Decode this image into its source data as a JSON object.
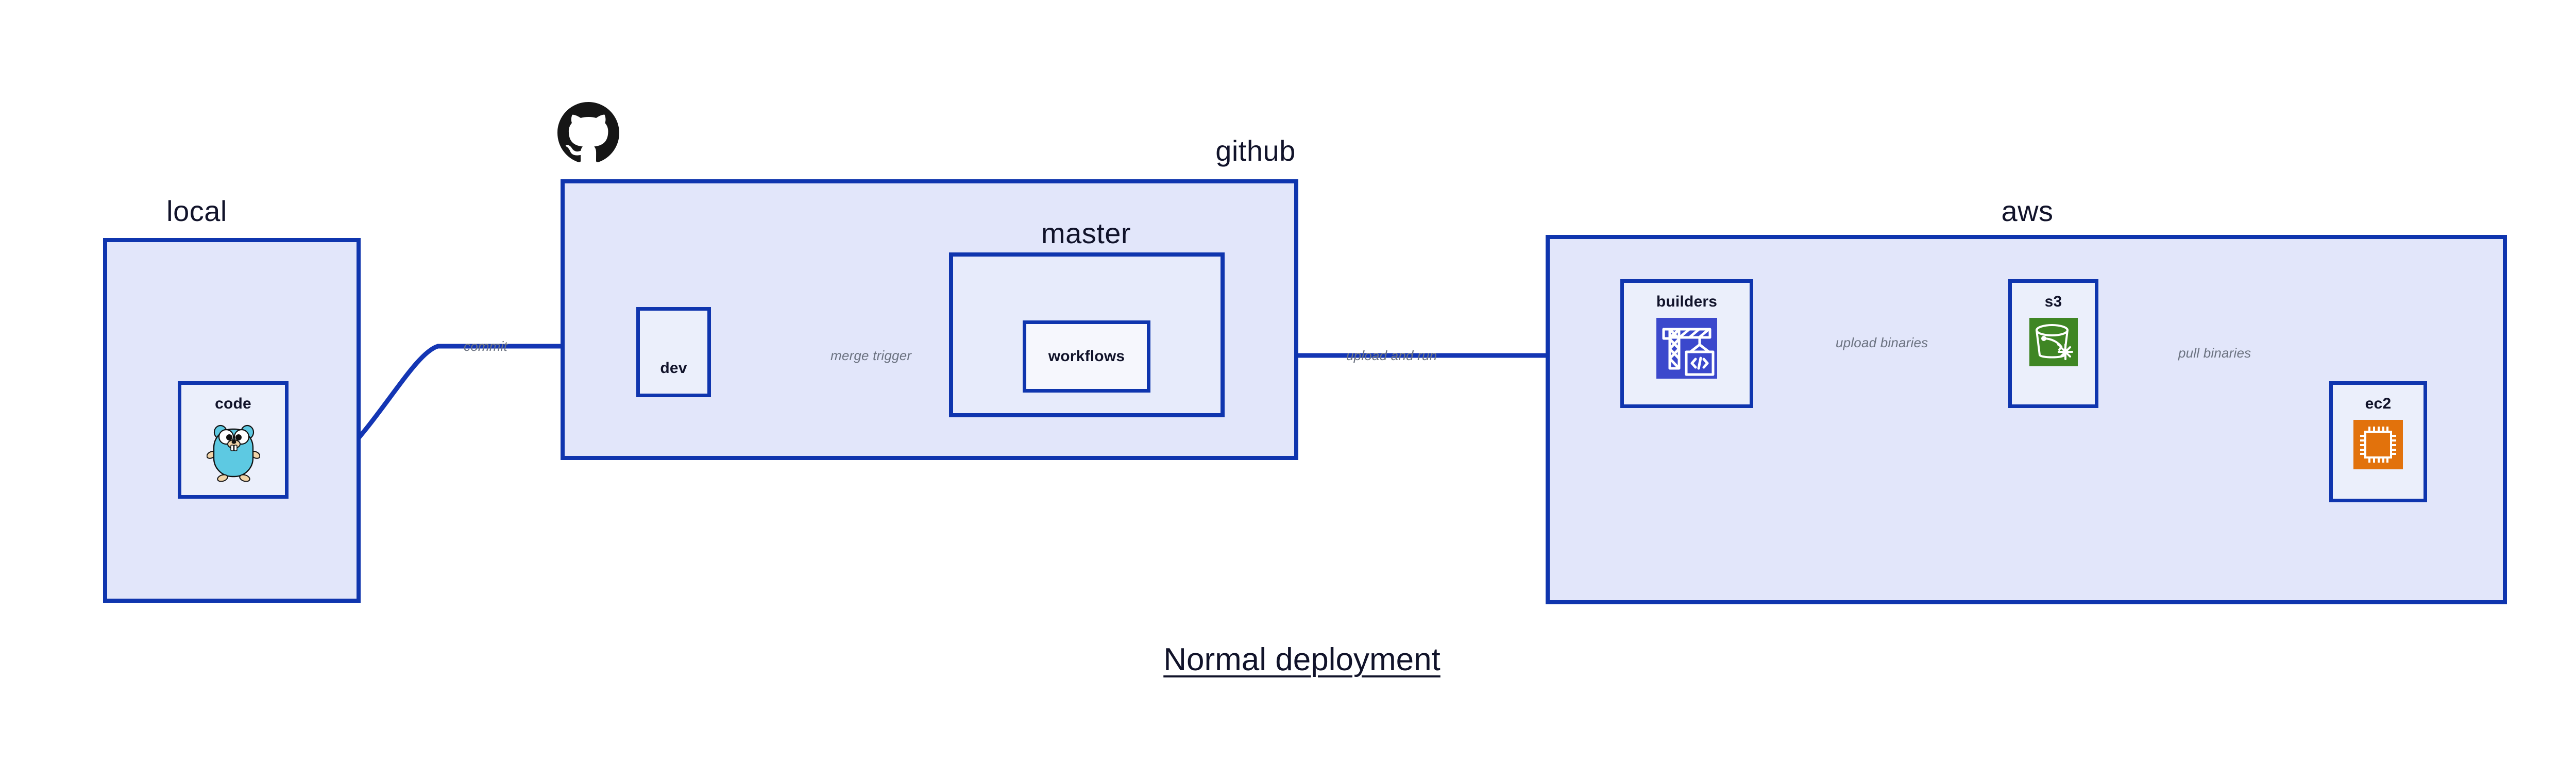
{
  "title": {
    "text": "Normal deployment"
  },
  "clusters": [
    {
      "id": "local",
      "label": "local"
    },
    {
      "id": "github",
      "label": "github"
    },
    {
      "id": "master",
      "label": "master"
    },
    {
      "id": "aws",
      "label": "aws"
    }
  ],
  "nodes": [
    {
      "id": "code",
      "label": "code",
      "icon": "go-gopher-icon"
    },
    {
      "id": "dev",
      "label": "dev",
      "icon": "none"
    },
    {
      "id": "workflows",
      "label": "workflows",
      "icon": "none"
    },
    {
      "id": "builders",
      "label": "builders",
      "icon": "aws-codebuild-icon"
    },
    {
      "id": "s3",
      "label": "s3",
      "icon": "aws-s3-glacier-icon"
    },
    {
      "id": "ec2",
      "label": "ec2",
      "icon": "aws-ec2-icon"
    }
  ],
  "edges": [
    {
      "id": "commit",
      "from": "code",
      "to": "dev",
      "label": "commit"
    },
    {
      "id": "merge-trigger",
      "from": "dev",
      "to": "workflows",
      "label": "merge trigger"
    },
    {
      "id": "upload-and-run",
      "from": "workflows",
      "to": "builders",
      "label": "upload and run"
    },
    {
      "id": "upload-binaries",
      "from": "builders",
      "to": "s3",
      "label": "upload binaries"
    },
    {
      "id": "pull-binaries",
      "from": "s3",
      "to": "ec2",
      "label": "pull binaries"
    }
  ],
  "logos": [
    {
      "id": "github-logo",
      "name": "github-octocat-icon"
    }
  ],
  "colors": {
    "cluster_fill": "#e2e6fa",
    "cluster_nested_fill": "#e7ebfb",
    "node_fill": "#ebeffb",
    "node_plain_fill": "#f6f7fd",
    "border": "#0f35ae",
    "edge": "#1436b4",
    "text": "#11132a",
    "edge_label": "#6b7280",
    "codebuild": "#3b48cc",
    "s3": "#3f8624",
    "ec2": "#e2720c",
    "gopher": "#5dc9e2",
    "github_logo": "#161616",
    "background": "#ffffff"
  }
}
